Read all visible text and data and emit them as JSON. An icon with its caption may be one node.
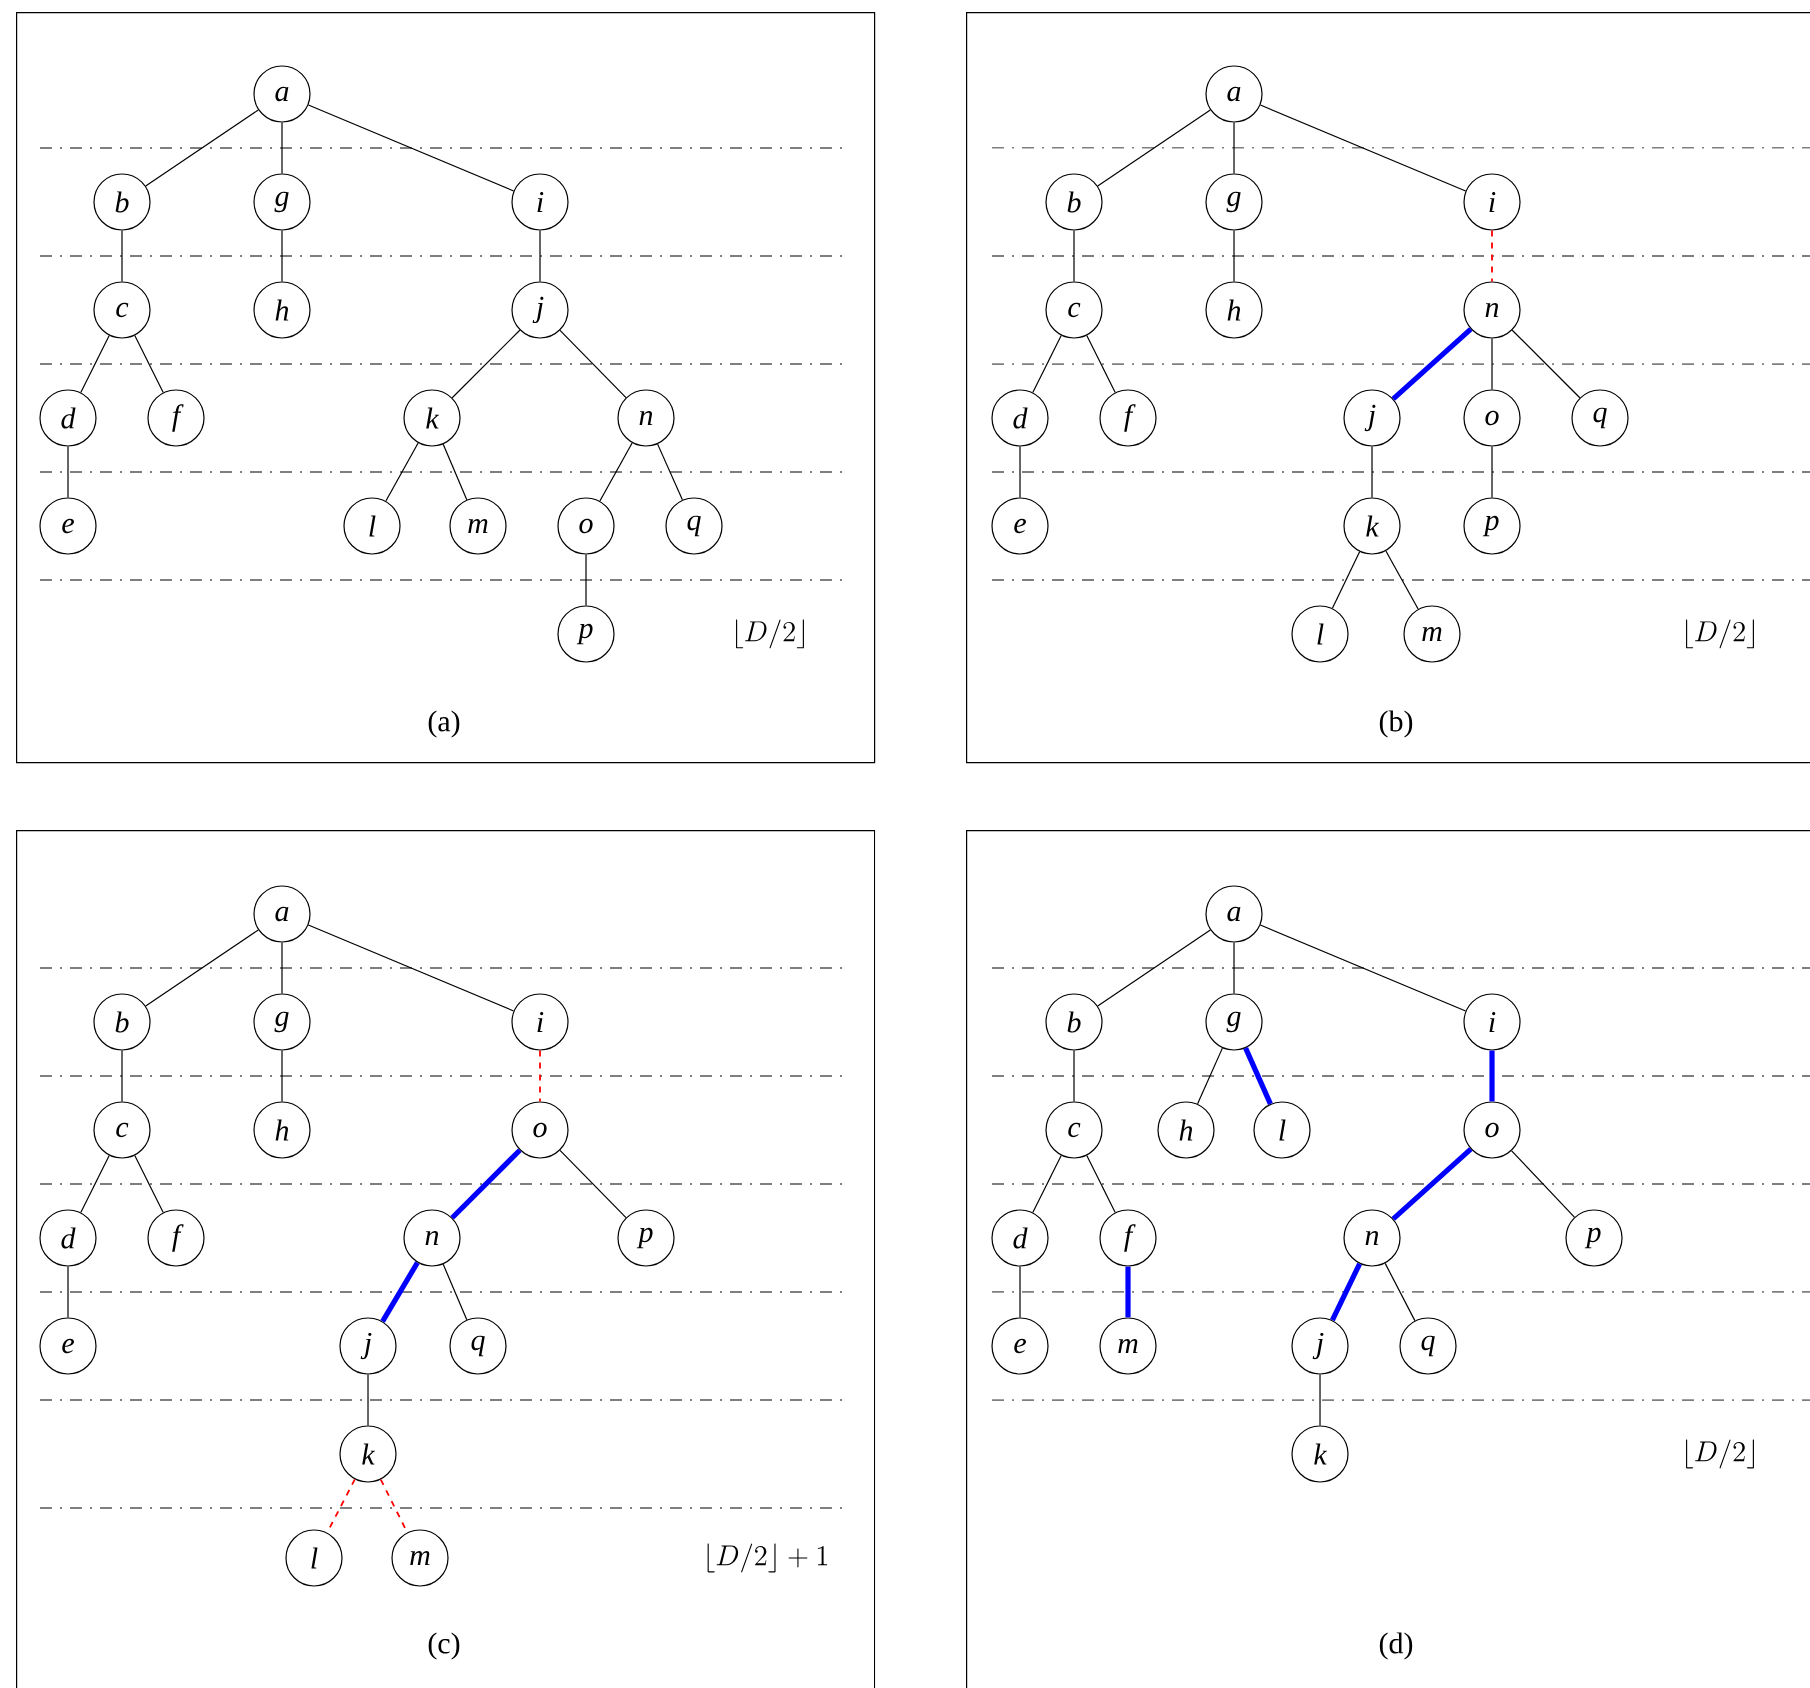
{
  "diagram": {
    "nodes": [
      {
        "text": [
          "(a)"
        ]
      },
      {
        "text": [
          "a"
        ],
        "in": 0
      },
      {
        "text": [
          "b"
        ],
        "in": 0
      },
      {
        "text": [
          "g"
        ],
        "in": 0
      },
      {
        "text": [
          "i"
        ],
        "in": 0
      },
      {
        "text": [
          "c"
        ],
        "in": 0
      },
      {
        "text": [
          "h"
        ],
        "in": 0
      },
      {
        "text": [
          "j"
        ],
        "in": 0
      },
      {
        "text": [
          "d"
        ],
        "in": 0
      },
      {
        "text": [
          "f"
        ],
        "in": 0
      },
      {
        "text": [
          "k"
        ],
        "in": 0
      },
      {
        "text": [
          "n"
        ],
        "in": 0
      },
      {
        "text": [
          "e"
        ],
        "in": 0
      },
      {
        "text": [
          "l"
        ],
        "in": 0
      },
      {
        "text": [
          "m"
        ],
        "in": 0
      },
      {
        "text": [
          "o"
        ],
        "in": 0
      },
      {
        "text": [
          "q"
        ],
        "in": 0
      },
      {
        "text": [
          "p"
        ],
        "in": 0
      },
      {
        "text": [
          "(b)"
        ]
      },
      {
        "text": [
          "a"
        ],
        "in": 18
      },
      {
        "text": [
          "b"
        ],
        "in": 18
      },
      {
        "text": [
          "g"
        ],
        "in": 18
      },
      {
        "text": [
          "i"
        ],
        "in": 18
      },
      {
        "text": [
          "c"
        ],
        "in": 18
      },
      {
        "text": [
          "h"
        ],
        "in": 18
      },
      {
        "text": [
          "n"
        ],
        "in": 18
      },
      {
        "text": [
          "d"
        ],
        "in": 18
      },
      {
        "text": [
          "f"
        ],
        "in": 18
      },
      {
        "text": [
          "j"
        ],
        "in": 18
      },
      {
        "text": [
          "o"
        ],
        "in": 18
      },
      {
        "text": [
          "q"
        ],
        "in": 18
      },
      {
        "text": [
          "e"
        ],
        "in": 18
      },
      {
        "text": [
          "k"
        ],
        "in": 18
      },
      {
        "text": [
          "p"
        ],
        "in": 18
      },
      {
        "text": [
          "l"
        ],
        "in": 18
      },
      {
        "text": [
          "m"
        ],
        "in": 18
      },
      {
        "text": [
          "(c)"
        ]
      },
      {
        "text": [
          "a"
        ],
        "in": 36
      },
      {
        "text": [
          "b"
        ],
        "in": 36
      },
      {
        "text": [
          "g"
        ],
        "in": 36
      },
      {
        "text": [
          "i"
        ],
        "in": 36
      },
      {
        "text": [
          "c"
        ],
        "in": 36
      },
      {
        "text": [
          "h"
        ],
        "in": 36
      },
      {
        "text": [
          "o"
        ],
        "in": 36
      },
      {
        "text": [
          "d"
        ],
        "in": 36
      },
      {
        "text": [
          "f"
        ],
        "in": 36
      },
      {
        "text": [
          "n"
        ],
        "in": 36
      },
      {
        "text": [
          "p"
        ],
        "in": 36
      },
      {
        "text": [
          "e"
        ],
        "in": 36
      },
      {
        "text": [
          "j"
        ],
        "in": 36
      },
      {
        "text": [
          "q"
        ],
        "in": 36
      },
      {
        "text": [
          "k"
        ],
        "in": 36
      },
      {
        "text": [
          "l"
        ],
        "in": 36
      },
      {
        "text": [
          "m"
        ],
        "in": 36
      },
      {
        "text": [
          "(d)"
        ]
      },
      {
        "text": [
          "a"
        ],
        "in": 54
      },
      {
        "text": [
          "b"
        ],
        "in": 54
      },
      {
        "text": [
          "g"
        ],
        "in": 54
      },
      {
        "text": [
          "i"
        ],
        "in": 54
      },
      {
        "text": [
          "c"
        ],
        "in": 54
      },
      {
        "text": [
          "h"
        ],
        "in": 54
      },
      {
        "text": [
          "l"
        ],
        "in": 54
      },
      {
        "text": [
          "o"
        ],
        "in": 54
      },
      {
        "text": [
          "d"
        ],
        "in": 54
      },
      {
        "text": [
          "f"
        ],
        "in": 54
      },
      {
        "text": [
          "n"
        ],
        "in": 54
      },
      {
        "text": [
          "p"
        ],
        "in": 54
      },
      {
        "text": [
          "e"
        ],
        "in": 54
      },
      {
        "text": [
          "m"
        ],
        "in": 54
      },
      {
        "text": [
          "j"
        ],
        "in": 54
      },
      {
        "text": [
          "q"
        ],
        "in": 54
      },
      {
        "text": [
          "k"
        ],
        "in": 54
      }
    ],
    "edges": [
      {
        "from": 1,
        "to": 2,
        "arrow": "none"
      },
      {
        "from": 1,
        "to": 3,
        "arrow": "none"
      },
      {
        "from": 1,
        "to": 4,
        "arrow": "none"
      },
      {
        "from": 2,
        "to": 5,
        "arrow": "none"
      },
      {
        "from": 3,
        "to": 6,
        "arrow": "none"
      },
      {
        "from": 4,
        "to": 7,
        "arrow": "none"
      },
      {
        "from": 5,
        "to": 8,
        "arrow": "none"
      },
      {
        "from": 5,
        "to": 9,
        "arrow": "none"
      },
      {
        "from": 7,
        "to": 10,
        "arrow": "none"
      },
      {
        "from": 7,
        "to": 11,
        "arrow": "none"
      },
      {
        "from": 8,
        "to": 12,
        "arrow": "none"
      },
      {
        "from": 10,
        "to": 13,
        "arrow": "none"
      },
      {
        "from": 10,
        "to": 14,
        "arrow": "none"
      },
      {
        "from": 11,
        "to": 15,
        "arrow": "none"
      },
      {
        "from": 11,
        "to": 16,
        "arrow": "none"
      },
      {
        "from": 15,
        "to": 17,
        "arrow": "none"
      },
      {
        "from": 19,
        "to": 20,
        "arrow": "none"
      },
      {
        "from": 19,
        "to": 21,
        "arrow": "none"
      },
      {
        "from": 19,
        "to": 22,
        "arrow": "none"
      },
      {
        "from": 20,
        "to": 23,
        "arrow": "none"
      },
      {
        "from": 21,
        "to": 24,
        "arrow": "none"
      },
      {
        "from": 22,
        "to": 25,
        "arrow": "none",
        "style": "dashed",
        "color": "#ff0000"
      },
      {
        "from": 23,
        "to": 26,
        "arrow": "none"
      },
      {
        "from": 23,
        "to": 27,
        "arrow": "none"
      },
      {
        "from": 25,
        "to": 28,
        "arrow": "none",
        "style": "thick",
        "color": "#0000ff"
      },
      {
        "from": 25,
        "to": 29,
        "arrow": "none"
      },
      {
        "from": 25,
        "to": 30,
        "arrow": "none"
      },
      {
        "from": 26,
        "to": 31,
        "arrow": "none"
      },
      {
        "from": 28,
        "to": 32,
        "arrow": "none"
      },
      {
        "from": 29,
        "to": 33,
        "arrow": "none"
      },
      {
        "from": 32,
        "to": 34,
        "arrow": "none"
      },
      {
        "from": 32,
        "to": 35,
        "arrow": "none"
      },
      {
        "from": 37,
        "to": 38,
        "arrow": "none"
      },
      {
        "from": 37,
        "to": 39,
        "arrow": "none"
      },
      {
        "from": 37,
        "to": 40,
        "arrow": "none"
      },
      {
        "from": 38,
        "to": 41,
        "arrow": "none"
      },
      {
        "from": 39,
        "to": 42,
        "arrow": "none"
      },
      {
        "from": 40,
        "to": 43,
        "arrow": "none",
        "style": "dashed",
        "color": "#ff0000"
      },
      {
        "from": 41,
        "to": 44,
        "arrow": "none"
      },
      {
        "from": 41,
        "to": 45,
        "arrow": "none"
      },
      {
        "from": 43,
        "to": 46,
        "arrow": "none",
        "style": "thick",
        "color": "#0000ff"
      },
      {
        "from": 43,
        "to": 47,
        "arrow": "none"
      },
      {
        "from": 44,
        "to": 48,
        "arrow": "none"
      },
      {
        "from": 46,
        "to": 49,
        "arrow": "none",
        "style": "thick",
        "color": "#0000ff"
      },
      {
        "from": 46,
        "to": 50,
        "arrow": "none"
      },
      {
        "from": 49,
        "to": 51,
        "arrow": "none"
      },
      {
        "from": 51,
        "to": 52,
        "arrow": "none",
        "style": "dashed",
        "color": "#ff0000"
      },
      {
        "from": 51,
        "to": 53,
        "arrow": "none",
        "style": "dashed",
        "color": "#ff0000"
      },
      {
        "from": 55,
        "to": 56,
        "arrow": "none"
      },
      {
        "from": 55,
        "to": 57,
        "arrow": "none"
      },
      {
        "from": 55,
        "to": 58,
        "arrow": "none"
      },
      {
        "from": 56,
        "to": 59,
        "arrow": "none"
      },
      {
        "from": 57,
        "to": 60,
        "arrow": "none"
      },
      {
        "from": 57,
        "to": 61,
        "arrow": "none",
        "style": "thick",
        "color": "#0000ff"
      },
      {
        "from": 58,
        "to": 62,
        "arrow": "none",
        "style": "thick",
        "color": "#0000ff"
      },
      {
        "from": 59,
        "to": 63,
        "arrow": "none"
      },
      {
        "from": 59,
        "to": 64,
        "arrow": "none"
      },
      {
        "from": 62,
        "to": 65,
        "arrow": "none",
        "style": "thick",
        "color": "#0000ff"
      },
      {
        "from": 62,
        "to": 66,
        "arrow": "none"
      },
      {
        "from": 63,
        "to": 67,
        "arrow": "none"
      },
      {
        "from": 64,
        "to": 68,
        "arrow": "none",
        "style": "thick",
        "color": "#0000ff"
      },
      {
        "from": 65,
        "to": 69,
        "arrow": "none",
        "style": "thick",
        "color": "#0000ff"
      },
      {
        "from": 65,
        "to": 70,
        "arrow": "none"
      },
      {
        "from": 69,
        "to": 71,
        "arrow": "none"
      }
    ],
    "labels": [
      "\\lfloor D/2\\rfloor",
      "\\lfloor D/2\\rfloor",
      "\\lfloor D/2\\rfloor+1",
      "\\lfloor D/2\\rfloor"
    ]
  }
}
